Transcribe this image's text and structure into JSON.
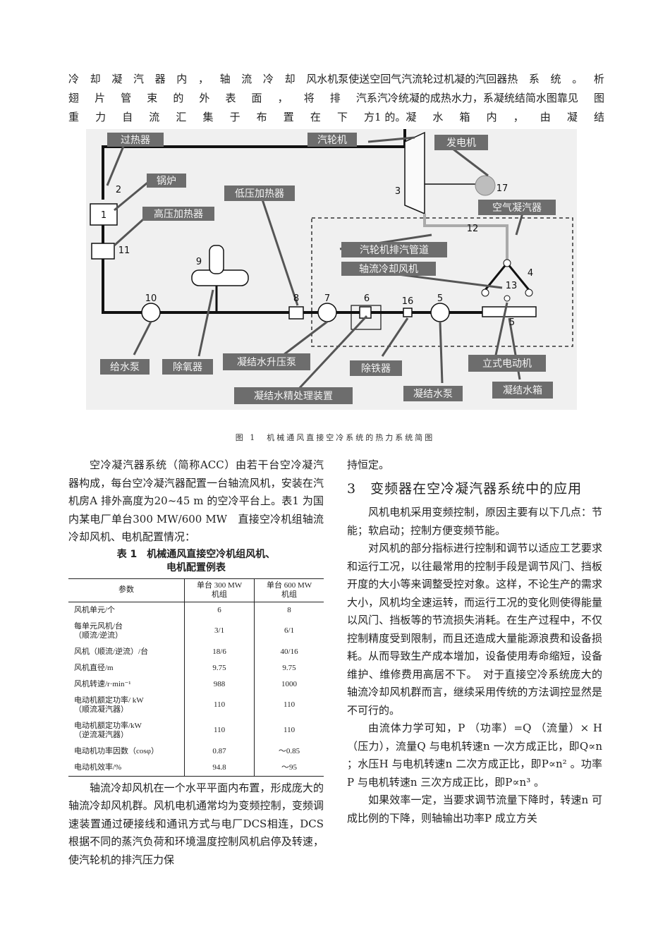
{
  "top_lines": [
    [
      "冷",
      "却",
      "凝",
      "汽",
      "器",
      "内",
      "，",
      "轴",
      "流",
      "冷",
      "却",
      "风水机泵使送空回气汽流轮过机凝的汽回器热",
      "系",
      "统",
      "。",
      "析"
    ],
    [
      "翅",
      "片",
      "管",
      "束",
      "的",
      "外",
      "表",
      "面",
      "，",
      "将",
      "排",
      "汽系汽冷统凝的成热水力，系凝统结简水图靠见",
      "图"
    ],
    [
      "重",
      "力",
      "自",
      "流",
      "汇",
      "集",
      "于",
      "布",
      "置",
      "在",
      "下",
      "方1 的。凝",
      "水",
      "箱",
      "内",
      "，",
      "由",
      "凝",
      "结"
    ]
  ],
  "figure": {
    "labels": {
      "superheater": "过热器",
      "turbine": "汽轮机",
      "generator": "发电机",
      "boiler": "锅炉",
      "lp_heater": "低压加热器",
      "hp_heater": "高压加热器",
      "acc": "空气凝汽器",
      "exhaust_pipe": "汽轮机排汽管道",
      "fan": "轴流冷却风机",
      "feed_pump": "给水泵",
      "deaerator": "除氧器",
      "cond_booster": "凝结水升压泵",
      "iron_remover": "除铁器",
      "motor": "立式电动机",
      "polisher": "凝结水精处理装置",
      "cond_pump": "凝结水泵",
      "cond_tank": "凝结水箱"
    },
    "numbers": [
      "1",
      "2",
      "3",
      "4",
      "5",
      "6",
      "7",
      "8",
      "9",
      "10",
      "11",
      "12",
      "13",
      "16",
      "17",
      "5"
    ]
  },
  "caption": "图 1　机械通风直接空冷系统的热力系统简图",
  "left": {
    "para1": "空冷凝汽器系统（简称ACC）由若干台空冷凝汽器构成，每台空冷凝汽器配置一台轴流风机，安装在汽机房A 排外高度为20~45 m 的空冷平台上。表1 为国内某电厂单台300 MW/600 MW　直接空冷机组轴流冷却风机、电机配置情况：",
    "table_title_1": "表 1　机械通风直接空冷机组风机、",
    "table_title_2": "电机配置例表",
    "table": {
      "headers": [
        "参数",
        "单台 300 MW\n机组",
        "单台 600 MW\n机组"
      ],
      "rows": [
        [
          "风机单元/个",
          "6",
          "8"
        ],
        [
          "每单元风机/台\n（顺流/逆流）",
          "3/1",
          "6/1"
        ],
        [
          "风机（顺流/逆流）/台",
          "18/6",
          "40/16"
        ],
        [
          "风机直径/m",
          "9.75",
          "9.75"
        ],
        [
          "风机转速/r·min⁻¹",
          "988",
          "1000"
        ],
        [
          "电动机额定功率/ kW\n（顺流凝汽器）",
          "110",
          "110"
        ],
        [
          "电动机额定功率/kW\n（逆流凝汽器）",
          "110",
          "110"
        ],
        [
          "电动机功率因数（cosφ）",
          "0.87",
          "～0.85"
        ],
        [
          "电动机效率/%",
          "94.8",
          "～95"
        ]
      ]
    },
    "para2": "轴流冷却风机在一个水平平面内布置，形成庞大的轴流冷却风机群。风机电机通常均为变频控制，变频调速装置通过硬接线和通讯方式与电厂DCS相连，DCS根据不同的蒸汽负荷和环境温度控制风机启停及转速，使汽轮机的排汽压力保"
  },
  "right": {
    "cont": "持恒定。",
    "heading": "3　变频器在空冷凝汽器系统中的应用",
    "para1": "风机电机采用变频控制，原因主要有以下几点：节能；软启动；控制方便变频节能。",
    "para2": "对风机的部分指标进行控制和调节以适应工艺要求和运行工况，以往最常用的控制手段是调节风门、挡板开度的大小等来调整受控对象。这样，不论生产的需求大小，风机均全速运转，而运行工况的变化则使得能量以风门、挡板等的节流损失消耗。在生产过程中，不仅控制精度受到限制，而且还造成大量能源浪费和设备损耗。从而导致生产成本增加，设备使用寿命缩短，设备维护、维修费用高居不下。　对于直接空冷系统庞大的轴流冷却风机群而言，继续采用传统的方法调控显然是不可行的。",
    "para3": "由流体力学可知，P （功率）=Q （流量）× H（压力），流量Q 与电机转速n 一次方成正比，即Q∝n ；水压H 与电机转速n 二次方成正比，即P∝n² 。功率P 与电机转速n 三次方成正比，即P∝n³ 。",
    "para4": "如果效率一定，当要求调节流量下降时，转速n 可成比例的下降，则轴输出功率P 成立方关"
  }
}
